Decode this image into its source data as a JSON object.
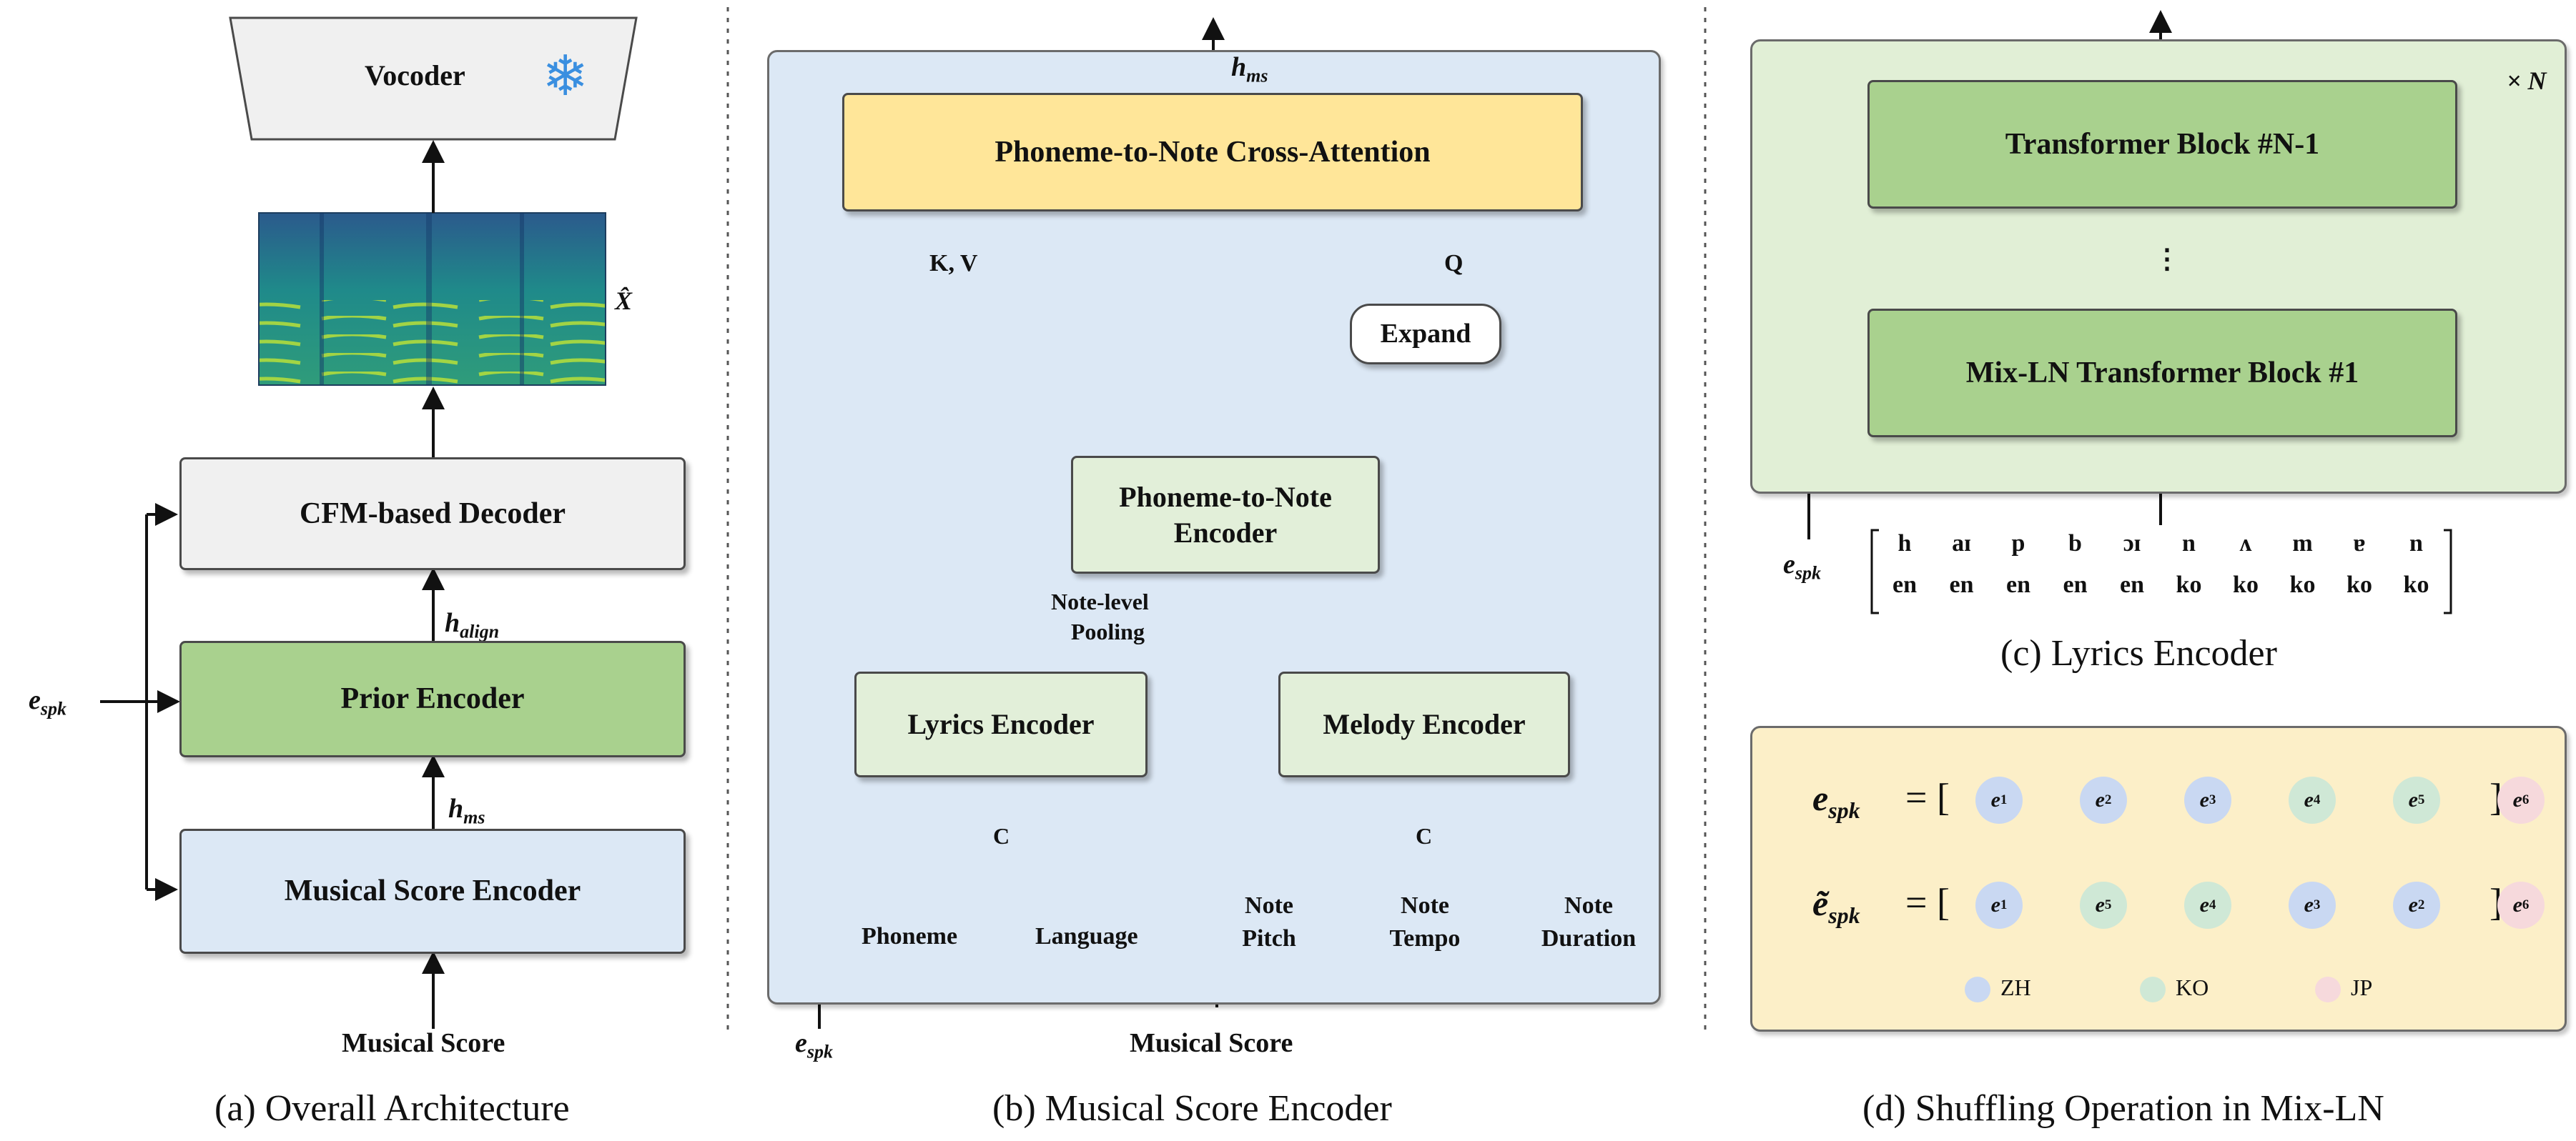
{
  "panel_a": {
    "vocoder": "Vocoder",
    "snowflake_icon": "snowflake-icon",
    "mel_label": "X̂",
    "cfm_decoder": "CFM-based Decoder",
    "h_align": "h",
    "h_align_sub": "align",
    "prior_encoder": "Prior Encoder",
    "h_ms": "h",
    "h_ms_sub": "ms",
    "e_spk": "e",
    "e_spk_sub": "spk",
    "msenc": "Musical Score Encoder",
    "input": "Musical Score",
    "caption": "(a) Overall Architecture"
  },
  "panel_b": {
    "h_ms": "h",
    "h_ms_sub": "ms",
    "cross_attn": "Phoneme-to-Note Cross-Attention",
    "kv": "K, V",
    "q": "Q",
    "expand": "Expand",
    "p2n_line1": "Phoneme-to-Note",
    "p2n_line2": "Encoder",
    "pool_line1": "Note-level",
    "pool_line2": "Pooling",
    "lyrics": "Lyrics Encoder",
    "melody": "Melody Encoder",
    "concat": "C",
    "phoneme": "Phoneme",
    "language": "Language",
    "note_pitch_1": "Note",
    "note_pitch_2": "Pitch",
    "note_tempo_1": "Note",
    "note_tempo_2": "Tempo",
    "note_dur_1": "Note",
    "note_dur_2": "Duration",
    "e_spk": "e",
    "e_spk_sub": "spk",
    "input": "Musical Score",
    "caption": "(b) Musical Score Encoder"
  },
  "panel_c": {
    "times_n": "× N",
    "block_top": "Transformer Block #N-1",
    "ellipsis": "⋮",
    "block_bottom": "Mix-LN Transformer Block #1",
    "e_spk": "e",
    "e_spk_sub": "spk",
    "phonemes": [
      "h",
      "aɪ",
      "p",
      "b",
      "ɔɪ",
      "n",
      "ʌ",
      "m",
      "ɐ",
      "n"
    ],
    "langs": [
      "en",
      "en",
      "en",
      "en",
      "en",
      "ko",
      "ko",
      "ko",
      "ko",
      "ko"
    ],
    "caption": "(c) Lyrics Encoder"
  },
  "panel_d": {
    "row1_label": "e",
    "row1_sub": "spk",
    "row2_label": "ẽ",
    "row2_sub": "spk",
    "eq_open": "= [",
    "close": "]",
    "row1": [
      {
        "t": "e",
        "s": "1",
        "lang": "zh"
      },
      {
        "t": "e",
        "s": "2",
        "lang": "zh"
      },
      {
        "t": "e",
        "s": "3",
        "lang": "zh"
      },
      {
        "t": "e",
        "s": "4",
        "lang": "ko"
      },
      {
        "t": "e",
        "s": "5",
        "lang": "ko"
      },
      {
        "t": "e",
        "s": "6",
        "lang": "jp"
      }
    ],
    "row2": [
      {
        "t": "e",
        "s": "1",
        "lang": "zh"
      },
      {
        "t": "e",
        "s": "5",
        "lang": "ko"
      },
      {
        "t": "e",
        "s": "4",
        "lang": "ko"
      },
      {
        "t": "e",
        "s": "3",
        "lang": "zh"
      },
      {
        "t": "e",
        "s": "2",
        "lang": "zh"
      },
      {
        "t": "e",
        "s": "6",
        "lang": "jp"
      }
    ],
    "legend": [
      {
        "label": "ZH",
        "lang": "zh"
      },
      {
        "label": "KO",
        "lang": "ko"
      },
      {
        "label": "JP",
        "lang": "jp"
      }
    ],
    "caption": "(d) Shuffling Operation in Mix-LN"
  },
  "colors": {
    "zh": "#c9d8f2",
    "ko": "#cfe8d6",
    "jp": "#f6d9dc",
    "blue_panel": "#dce8f5",
    "green_panel": "#e1efd6",
    "yellow_panel": "#fcefc8",
    "green_box": "#a9d18e",
    "light_green_box": "#e2efd9",
    "orange_box": "#ffe699",
    "gray_box": "#f0f0f0"
  }
}
